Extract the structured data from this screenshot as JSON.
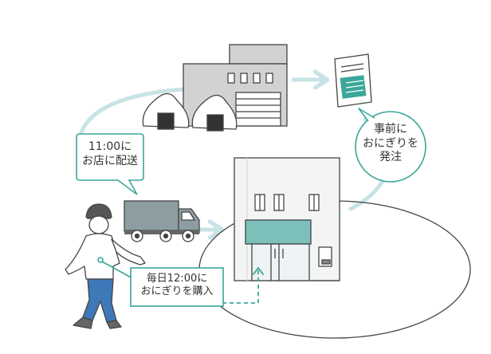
{
  "callouts": {
    "delivery": {
      "line1": "11:00に",
      "line2": "お店に配送"
    },
    "order": {
      "line1": "事前に",
      "line2": "おにぎりを",
      "line3": "発注"
    },
    "purchase": {
      "line1": "毎日12:00に",
      "line2": "おにぎりを購入"
    }
  },
  "colors": {
    "accent": "#3aa79a",
    "cycle_path": "#c7e3e5",
    "factory": "#d2d2d2",
    "shop_sign": "#7cc0b9",
    "truck_box": "#8d9ea3",
    "pants": "#3f78b9",
    "outline": "#444444"
  },
  "icons": [
    "factory-icon",
    "onigiri-icon",
    "order-sheet-icon",
    "truck-icon",
    "shop-icon",
    "person-icon"
  ]
}
